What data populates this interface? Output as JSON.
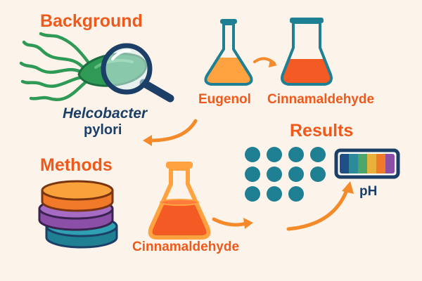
{
  "headings": {
    "background": "Background",
    "methods": "Methods",
    "results": "Results"
  },
  "organism": {
    "line1": "Helcobacter",
    "line2": "pylori"
  },
  "compounds": {
    "eugenol": "Eugenol",
    "cinnamaldehyde_top": "Cinnamaldehyde",
    "cinnamaldehyde_bottom": "Cinnamaldehyde"
  },
  "ph_label": "pH",
  "icons": [
    "bacterium-icon",
    "magnifier-icon",
    "flask-icon",
    "petri-dish-stack-icon",
    "colony-dots-icon",
    "ph-strip-icon",
    "arrow-icon"
  ],
  "colors": {
    "orange_text": "#ef5a1c",
    "navy_text": "#1b3f66",
    "teal": "#1f7f93",
    "green": "#2e9a55",
    "purple": "#8c4fa8",
    "flask_orange": "#ffa23f",
    "flask_red": "#f45a23",
    "arrow_orange": "#f58a2a",
    "background": "#fcf4ea"
  }
}
